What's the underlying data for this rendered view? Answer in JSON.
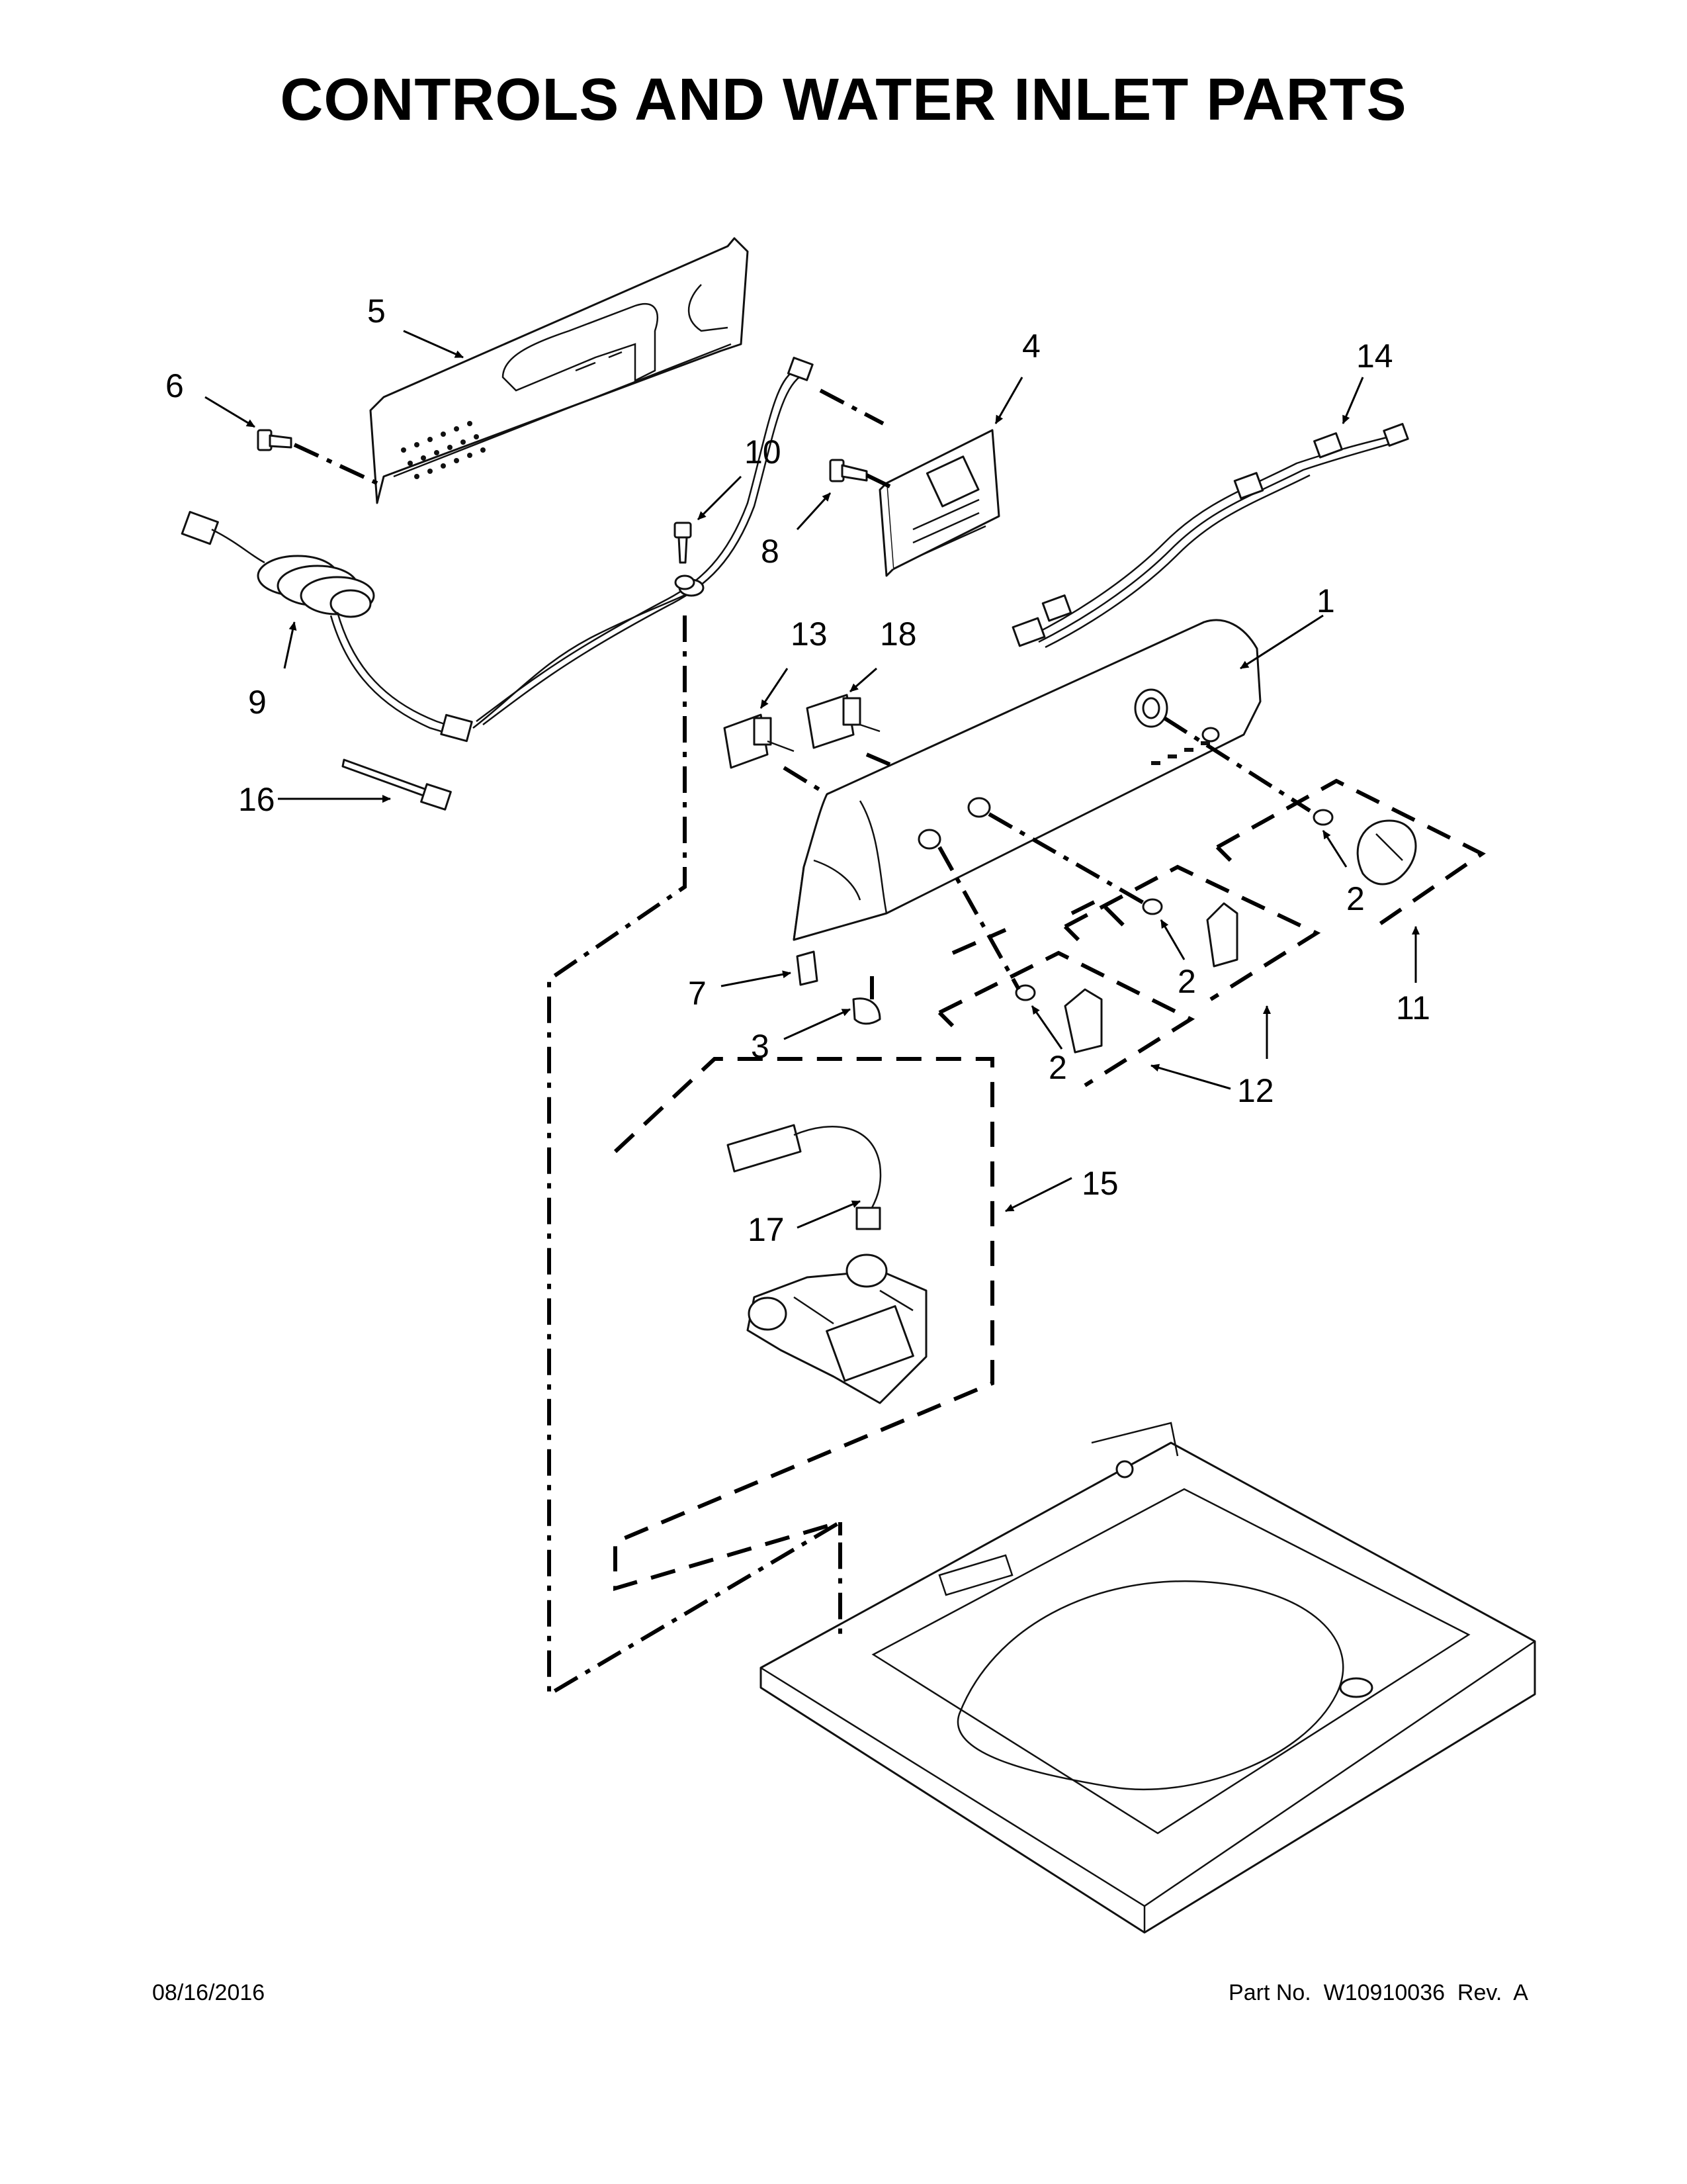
{
  "title": "CONTROLS AND WATER INLET PARTS",
  "footer": {
    "date": "08/16/2016",
    "part_number": "Part No.  W10910036  Rev.  A"
  },
  "callouts": {
    "c1": "1",
    "c2a": "2",
    "c2b": "2",
    "c2c": "2",
    "c3": "3",
    "c4": "4",
    "c5": "5",
    "c6": "6",
    "c7": "7",
    "c8": "8",
    "c9": "9",
    "c10": "10",
    "c11": "11",
    "c12": "12",
    "c13": "13",
    "c14": "14",
    "c15": "15",
    "c16": "16",
    "c17": "17",
    "c18": "18"
  }
}
